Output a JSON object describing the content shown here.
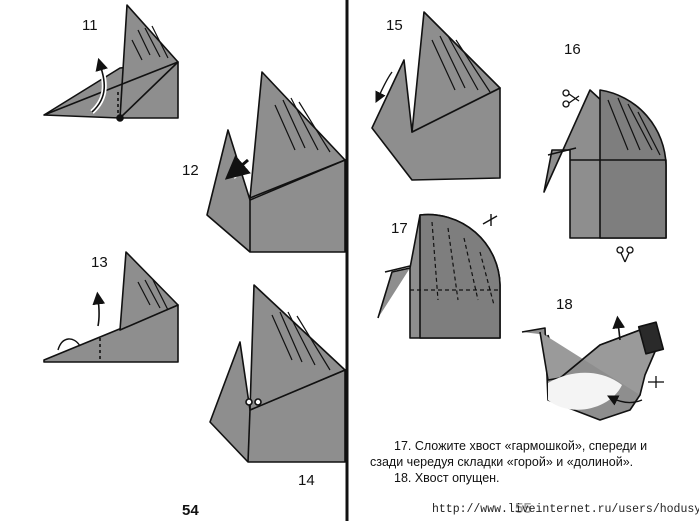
{
  "steps": {
    "s11": "11",
    "s12": "12",
    "s13": "13",
    "s14": "14",
    "s15": "15",
    "s16": "16",
    "s17": "17",
    "s18": "18"
  },
  "pages": {
    "left": "54",
    "right": "55"
  },
  "captions": [
    "17. Сложите хвост «гармошкой», спереди и",
    "сзади чередуя складки «горой» и «долиной».",
    "18. Хвост опущен."
  ],
  "watermark": "http://www.liveinternet.ru/users/hodusyata/",
  "colors": {
    "paper_fill": "#8e8e8e",
    "paper_dark": "#6f6f6f",
    "ink": "#111111",
    "background": "#ffffff"
  },
  "icons": {
    "cut_mark": "scissors-icon",
    "fold_arrow": "curved-arrow-icon"
  }
}
